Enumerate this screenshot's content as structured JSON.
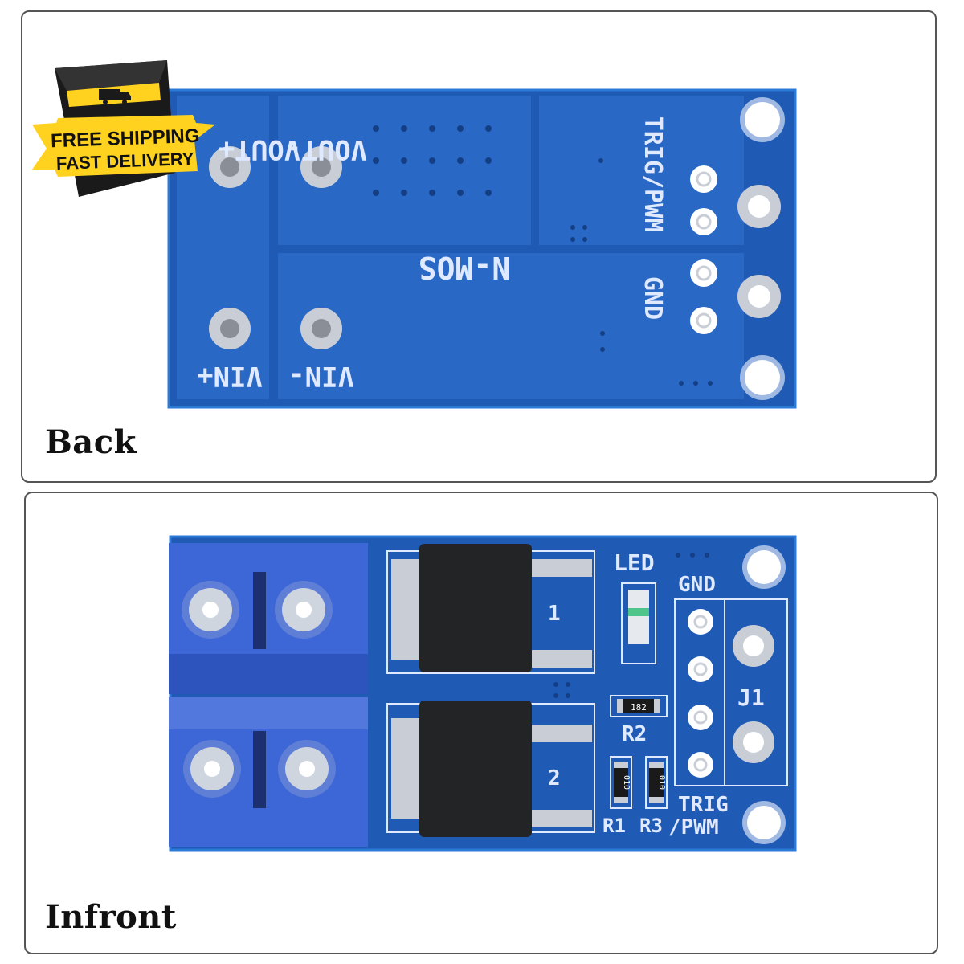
{
  "colors": {
    "pcb_blue": "#1f5bb5",
    "pcb_pour": "#2a68c6",
    "pcb_edge": "#2b7ad8",
    "silkscreen": "#dfe9ff",
    "pad_silver": "#c9ced6",
    "terminal_blue": "#3d67d6",
    "mosfet_black": "#222426",
    "badge_yellow": "#ffd21f",
    "badge_box": "#1a1a1a"
  },
  "badge": {
    "line1": "FREE SHIPPING",
    "line2": "FAST DELIVERY",
    "icon": "truck-icon"
  },
  "back": {
    "caption": "Back",
    "labels": {
      "vout_plus": "VOUT+",
      "vout_minus": "VOUT-",
      "vin_plus": "VIN+",
      "vin_minus": "VIN-",
      "center": "N-MOS",
      "trig_pwm": "TRIG/PWM",
      "gnd": "GND"
    }
  },
  "front": {
    "caption": "Infront",
    "labels": {
      "led": "LED",
      "gnd": "GND",
      "j1": "J1",
      "r1": "R1",
      "r2": "R2",
      "r3": "R3",
      "q1": "1",
      "q2": "2",
      "trig": "TRIG",
      "pwm": "/PWM",
      "r2_value": "182",
      "r1_value": "010",
      "r3_value": "010"
    }
  }
}
